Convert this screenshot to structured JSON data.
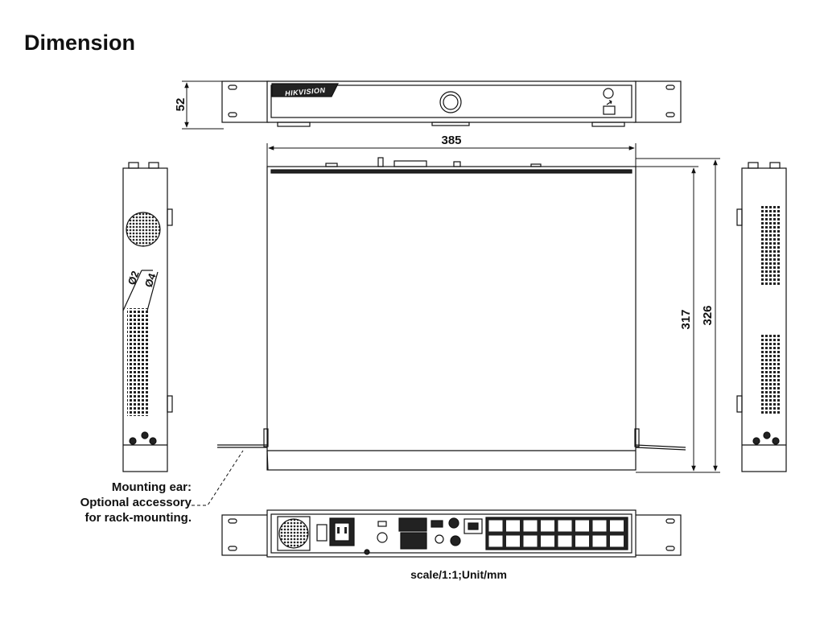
{
  "title": "Dimension",
  "brand_logo": "HIKVISION",
  "dimensions": {
    "height": "52",
    "width": "385",
    "depth_body": "317",
    "depth_total": "326",
    "hole_small": "Ø2",
    "hole_large": "Ø4"
  },
  "mounting_note": {
    "line1": "Mounting ear:",
    "line2": "Optional accessory",
    "line3": "for rack-mounting."
  },
  "scale_note": "scale/1:1;Unit/mm",
  "icons": [
    "power-button-icon",
    "usb-icon",
    "fan-icon",
    "rj45-port-icon",
    "power-socket-icon"
  ]
}
